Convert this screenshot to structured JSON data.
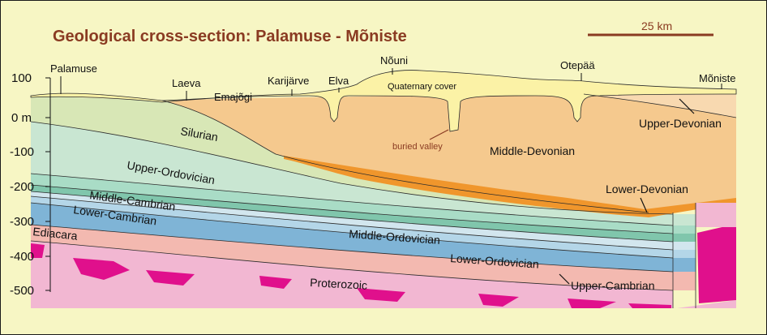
{
  "title": "Geological  cross-section:  Palamuse - Mõniste",
  "scale_label": "25 km",
  "colors": {
    "background": "#f7f6c4",
    "title": "#8a3b22",
    "quaternary": "#fbf2a6",
    "middle_devonian": "#f5c98e",
    "upper_devonian": "#f8d9b0",
    "lower_devonian": "#f0962c",
    "silurian": "#d8e7b6",
    "upper_ordovician": "#c9e6d2",
    "middle_ordovician": "#a9dcc6",
    "lower_ordovician": "#80c6ac",
    "upper_cambrian": "#d2e6ee",
    "middle_cambrian": "#b4d6e8",
    "lower_cambrian": "#7fb4d6",
    "ediacara": "#f3b9b0",
    "proterozoic": "#f2b7d2",
    "granite": "#e0108c"
  },
  "y_axis": {
    "labels": [
      "100",
      "0 m",
      "-100",
      "-200",
      "-300",
      "-400",
      "-500"
    ]
  },
  "places": [
    "Palamuse",
    "Laeva",
    "Emajõgi",
    "Karijärve",
    "Elva",
    "Nõuni",
    "Otepää",
    "Mõniste"
  ],
  "layers": {
    "quaternary": "Quaternary cover",
    "buried_valley": "buried valley",
    "middle_devonian": "Middle-Devonian",
    "upper_devonian": "Upper-Devonian",
    "lower_devonian": "Lower-Devonian",
    "silurian": "Silurian",
    "upper_ordovician": "Upper-Ordovician",
    "middle_ordovician": "Middle-Ordovician",
    "lower_ordovician": "Lower-Ordovician",
    "middle_cambrian": "Middle-Cambrian",
    "lower_cambrian": "Lower-Cambrian",
    "upper_cambrian": "Upper-Cambrian",
    "ediacara": "Ediacara",
    "proterozoic": "Proterozoic"
  }
}
